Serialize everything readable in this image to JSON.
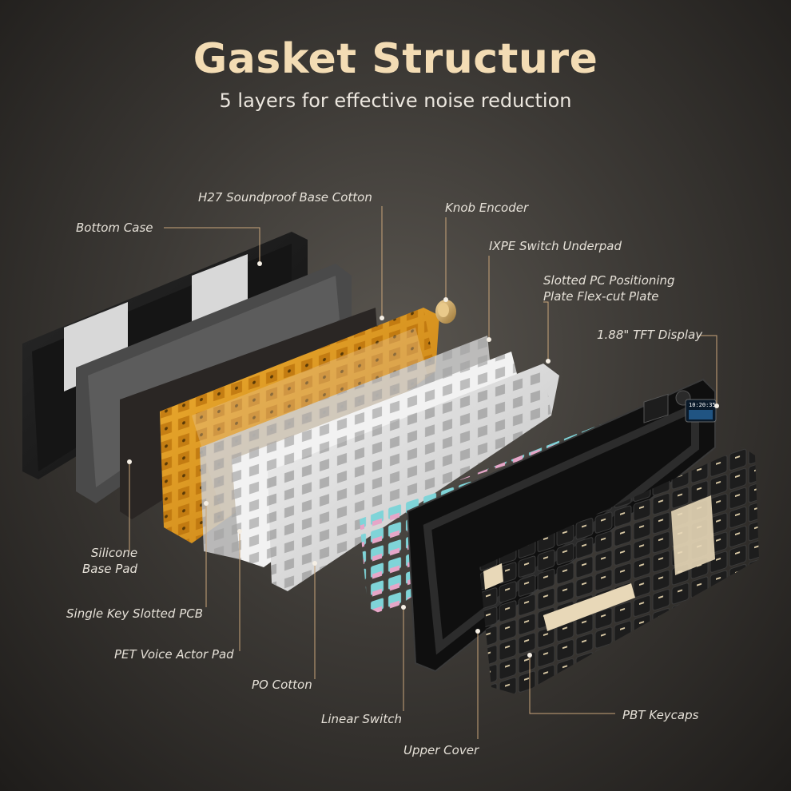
{
  "header": {
    "title": "Gasket Structure",
    "subtitle": "5 layers for effective noise reduction"
  },
  "labels": {
    "bottom_case": "Bottom Case",
    "h27_cotton": "H27 Soundproof Base Cotton",
    "knob_encoder": "Knob Encoder",
    "ixpe_underpad": "IXPE Switch Underpad",
    "slotted_pc_line1": "Slotted PC Positioning",
    "slotted_pc_line2": "Plate Flex-cut Plate",
    "tft_display": "1.88\" TFT Display",
    "silicone_line1": "Silicone",
    "silicone_line2": "Base Pad",
    "single_key_pcb": "Single Key Slotted PCB",
    "pet_pad": "PET Voice Actor Pad",
    "po_cotton": "PO Cotton",
    "linear_switch": "Linear Switch",
    "upper_cover": "Upper Cover",
    "pbt_keycaps": "PBT Keycaps"
  },
  "display": {
    "time": "10:20:35"
  },
  "colors": {
    "title": "#f3dcb4",
    "accent_line": "#c9a57a",
    "pcb": "#e8a224",
    "keycap_dark": "#1d1d1d",
    "keycap_beige": "#e8d8b8",
    "switch_cyan": "#7fd4d8",
    "plate": "#e4e4e4"
  }
}
